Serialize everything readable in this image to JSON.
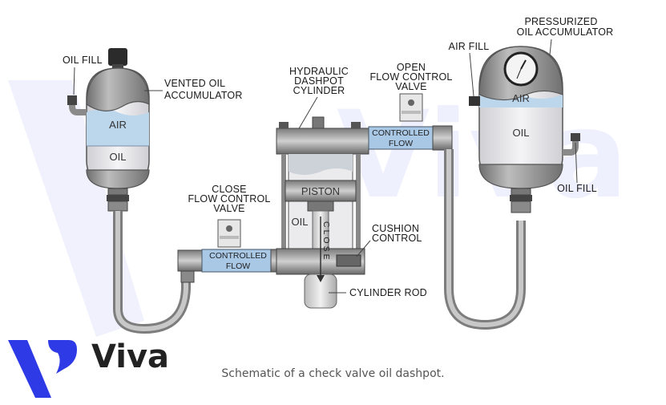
{
  "brand": {
    "name": "Viva",
    "color": "#2d3ae6"
  },
  "caption": "Schematic of a check valve oil dashpot.",
  "left_accumulator": {
    "oil_fill": "OIL FILL",
    "title_line1": "VENTED OIL",
    "title_line2": "ACCUMULATOR",
    "air": "AIR",
    "oil": "OIL"
  },
  "close_valve": {
    "title_line1": "CLOSE",
    "title_line2": "FLOW CONTROL",
    "title_line3": "VALVE",
    "body_line1": "CONTROLLED",
    "body_line2": "FLOW"
  },
  "cylinder": {
    "title_line1": "HYDRAULIC",
    "title_line2": "DASHPOT",
    "title_line3": "CYLINDER",
    "piston": "PISTON",
    "oil": "OIL",
    "close": "CLOSE",
    "cushion_line1": "CUSHION",
    "cushion_line2": "CONTROL",
    "rod": "CYLINDER ROD"
  },
  "open_valve": {
    "title_line1": "OPEN",
    "title_line2": "FLOW CONTROL",
    "title_line3": "VALVE",
    "body_line1": "CONTROLLED",
    "body_line2": "FLOW"
  },
  "right_accumulator": {
    "title_line1": "PRESSURIZED",
    "title_line2": "OIL ACCUMULATOR",
    "air_fill": "AIR FILL",
    "air": "AIR",
    "oil": "OIL",
    "oil_fill": "OIL FILL"
  },
  "colors": {
    "air_blue": "#bcd6ec",
    "oil_grey": "#e4e4e6",
    "metal": "#9a9a9a",
    "dark_metal": "#555555",
    "valve_blue": "#a9c8e6"
  }
}
